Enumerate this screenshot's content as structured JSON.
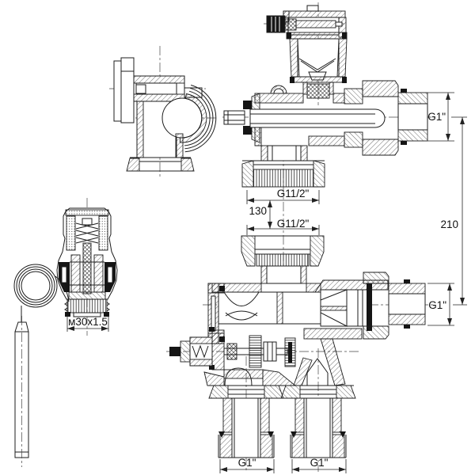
{
  "drawing": {
    "background": "#ffffff",
    "line_color": "#1c1c1c",
    "description": "valve-assembly-section-drawing",
    "labels": {
      "g1_top_right": "G1\"",
      "g1_mid_right": "G1\"",
      "g1_bottom_left": "G1\"",
      "g1_bottom_right": "G1\"",
      "g1half_upper": "G11/2\"",
      "g1half_lower": "G11/2\"",
      "dist_130": "130",
      "dist_210": "210",
      "m30": "м30x1.5"
    }
  }
}
